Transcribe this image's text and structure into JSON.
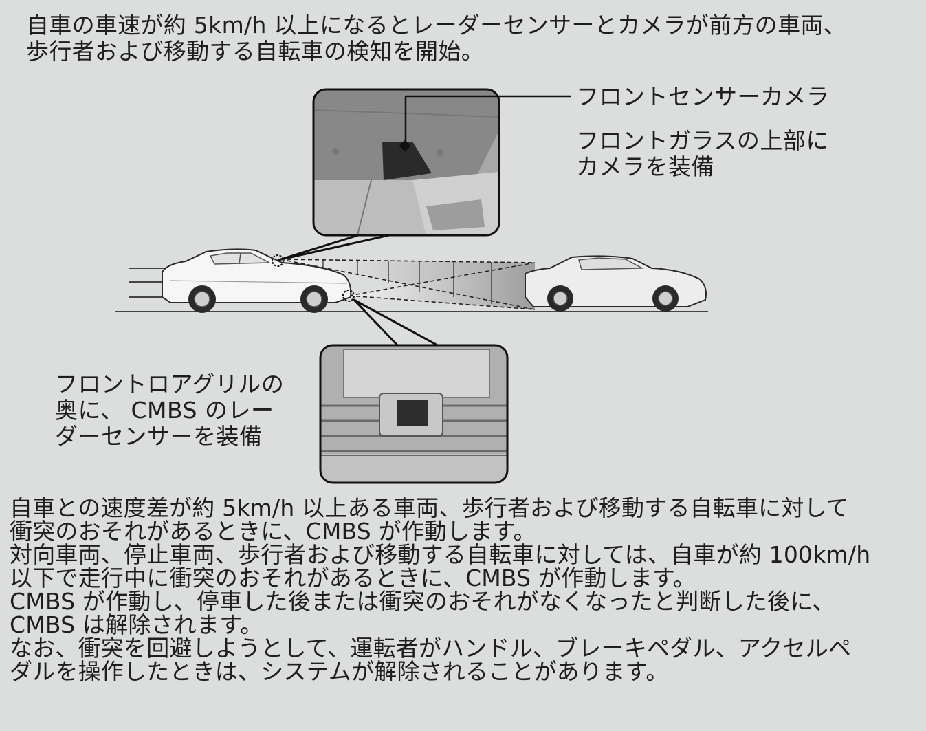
{
  "intro": [
    "自車の車速が約 5km/h 以上になるとレーダーセンサーとカメラが前方の車両、",
    "歩行者および移動する自転車の検知を開始。"
  ],
  "callouts": {
    "camera_title": "フロントセンサーカメラ",
    "camera_desc": [
      "フロントガラスの上部に",
      "カメラを装備"
    ],
    "radar_desc": [
      "フロントロアグリルの",
      "奥に、 CMBS のレー",
      "ダーセンサーを装備"
    ]
  },
  "body": [
    "自車との速度差が約 5km/h 以上ある車両、歩行者および移動する自転車に対して",
    "衝突のおそれがあるときに、CMBS が作動します。",
    "対向車両、停止車両、歩行者および移動する自転車に対しては、自車が約 100km/h",
    "以下で走行中に衝突のおそれがあるときに、CMBS が作動します。",
    "CMBS が作動し、停車した後または衝突のおそれがなくなったと判断した後に、",
    "CMBS は解除されます。",
    "なお、衝突を回避しようとして、運転者がハンドル、ブレーキペダル、アクセルペ",
    "ダルを操作したときは、システムが解除されることがあります。"
  ],
  "colors": {
    "background": "#dcdddd",
    "text": "#1e1e1e",
    "panel": "#8e8e8e"
  }
}
